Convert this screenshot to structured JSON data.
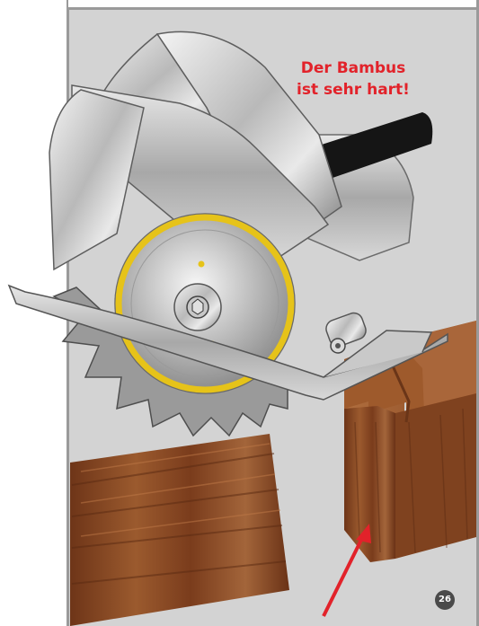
{
  "speech": {
    "line1": "Der Bambus",
    "line2": "ist sehr hart!"
  },
  "page_number": "26",
  "colors": {
    "panel_background": "#d3d3d3",
    "speech_text": "#e2222a",
    "arrow": "#e2222a",
    "blade_ring": "#e6c319",
    "wood": "#8a4a24"
  }
}
